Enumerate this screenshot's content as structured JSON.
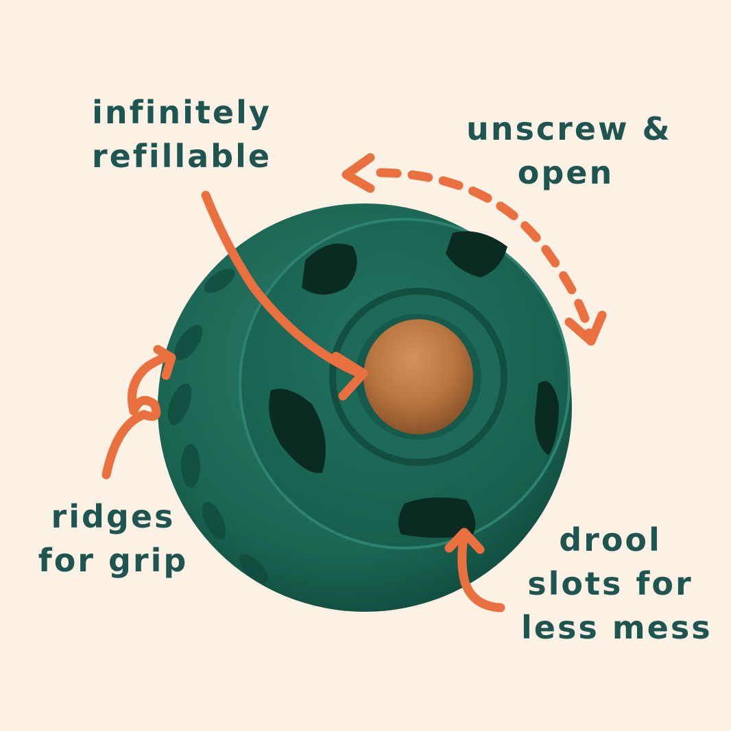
{
  "colors": {
    "background": "#fcf1e5",
    "text": "#1f5550",
    "arrow": "#ea7040",
    "toy_green": "#1d6b58",
    "toy_dark": "#0f4a3c",
    "treat": "#b8743e"
  },
  "product": {
    "name": "refillable treat ball toy",
    "features": [
      {
        "id": "refill",
        "lines": [
          "infinitely",
          "refillable"
        ],
        "arrow": "curved-arrow-to-treat"
      },
      {
        "id": "unscrew",
        "lines": [
          "unscrew &",
          "open"
        ],
        "arrow": "dashed-double-arrow"
      },
      {
        "id": "ridges",
        "lines": [
          "ridges",
          "for grip"
        ],
        "arrow": "loop-arrow-to-ridges"
      },
      {
        "id": "drool",
        "lines": [
          "drool",
          "slots for",
          "less mess"
        ],
        "arrow": "curved-arrow-to-slot"
      }
    ]
  }
}
